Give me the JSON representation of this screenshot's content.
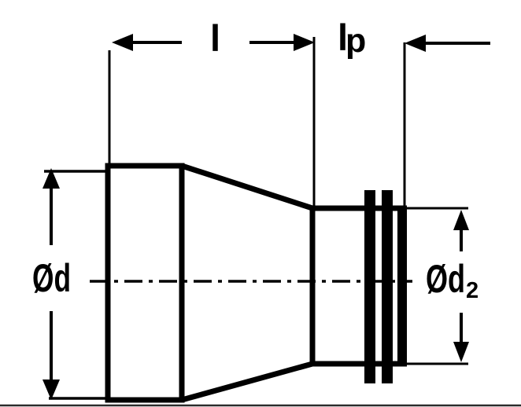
{
  "figure": {
    "labels": {
      "cone_length": "l",
      "plain_end_length_base": "l",
      "plain_end_length_sub": "p",
      "large_diameter": "Ød",
      "small_diameter_base": "Ød",
      "small_diameter_sub": "2"
    },
    "colors": {
      "line": "#000000",
      "background": "#ffffff",
      "bottom_rule": "#2b2b2b"
    }
  }
}
